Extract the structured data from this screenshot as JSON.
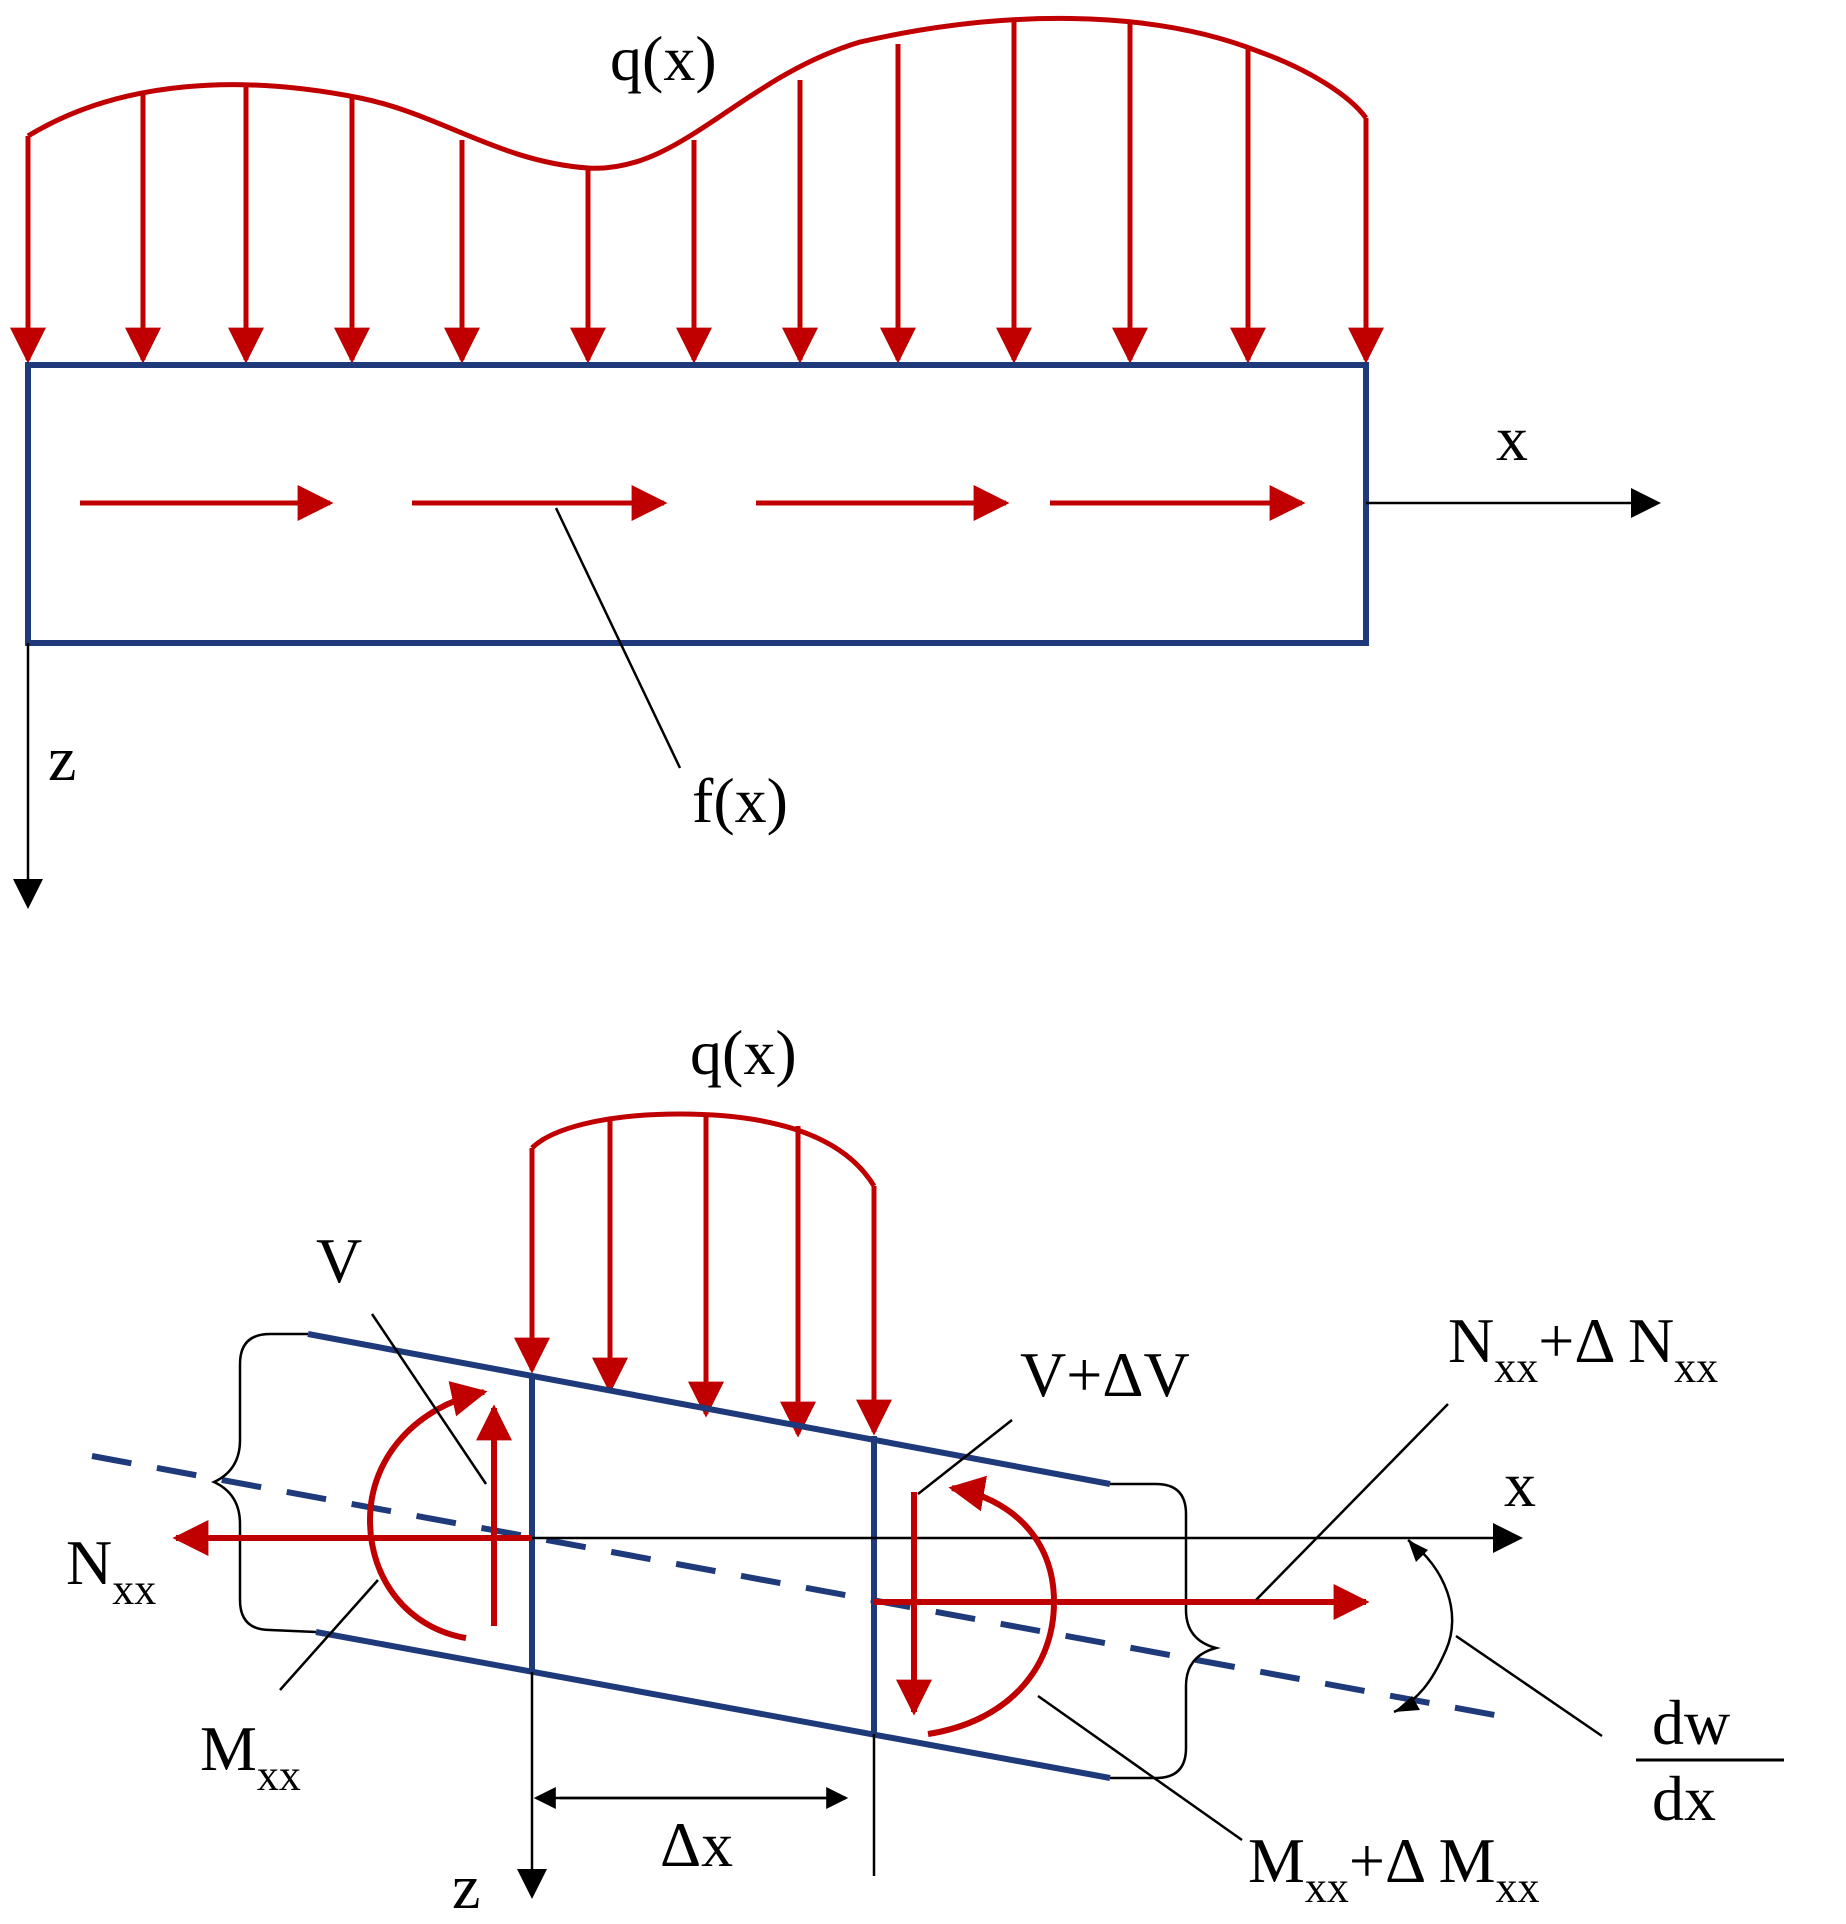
{
  "colors": {
    "load": "#c00000",
    "beam": "#1f3a7a",
    "ink": "#000000"
  },
  "top": {
    "load_label": "q(x)",
    "axial_load_label": "f(x)",
    "x_axis_label": "x",
    "z_axis_label": "z"
  },
  "bottom": {
    "load_label": "q(x)",
    "shear_left": "V",
    "shear_right": "V+ΔV",
    "axial_left_main": "N",
    "axial_left_sub": "xx",
    "axial_right_main1": "N",
    "axial_right_sub1": "xx",
    "axial_right_mid": "+Δ N",
    "axial_right_sub2": "xx",
    "moment_left_main": "M",
    "moment_left_sub": "xx",
    "moment_right_main1": "M",
    "moment_right_sub1": "xx",
    "moment_right_mid": "+Δ M",
    "moment_right_sub2": "xx",
    "x_axis_label": "x",
    "z_axis_label": "z",
    "dx_label": "Δx",
    "slope_numerator": "dw",
    "slope_denominator": "dx"
  }
}
